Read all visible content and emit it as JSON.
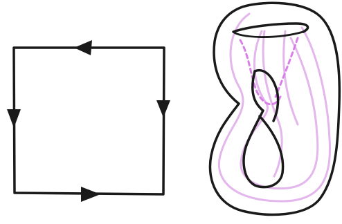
{
  "colors": {
    "background": "#ffffff",
    "ink": "#1a1a1a",
    "band": "#e3b6ec"
  },
  "figures": [
    {
      "kind": "square with edge arrows",
      "arrows": [
        "left",
        "down",
        "right",
        "down"
      ]
    },
    {
      "kind": "klein bottle sketch"
    }
  ]
}
